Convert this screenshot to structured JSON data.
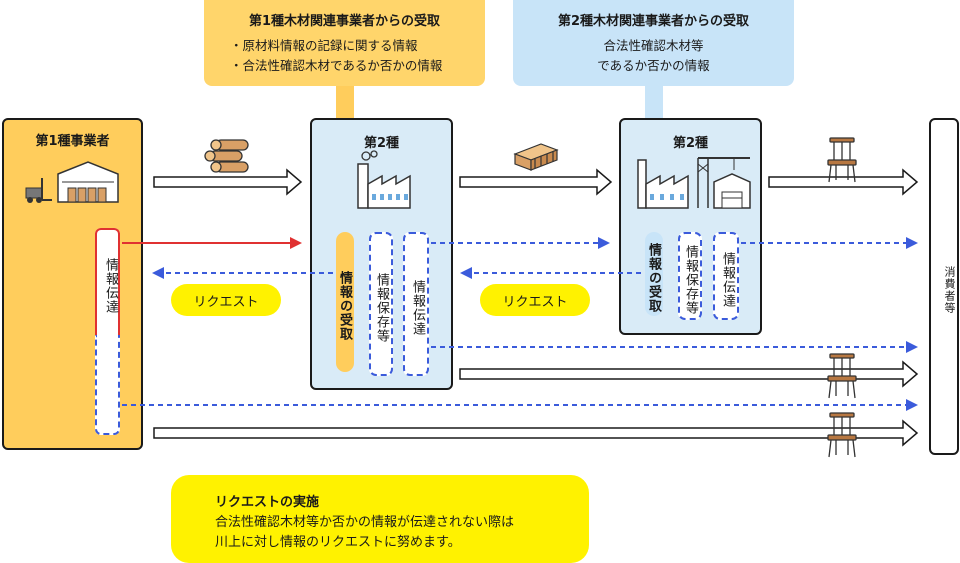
{
  "callout1": {
    "title": "第1種木材関連事業者からの受取",
    "lines": [
      "・原材料情報の記録に関する情報",
      "・合法性確認木材であるか否かの情報"
    ],
    "color": "#ffd56b"
  },
  "callout2": {
    "title": "第2種木材関連事業者からの受取",
    "lines": [
      "合法性確認木材等",
      "であるか否かの情報"
    ],
    "color": "#c8e4f8"
  },
  "business1": {
    "title": "第1種事業者",
    "transmit_label": "情報伝達",
    "color": "#ffcd5c"
  },
  "business2a": {
    "title": "第2種",
    "columns": [
      "情報の受取",
      "情報保存等",
      "情報伝達"
    ],
    "color": "#d9ebf7"
  },
  "business2b": {
    "title": "第2種",
    "columns": [
      "情報の受取",
      "情報保存等",
      "情報伝達"
    ],
    "color": "#d9ebf7"
  },
  "consumer": {
    "label": "消費者等"
  },
  "request_pill_1": "リクエスト",
  "request_pill_2": "リクエスト",
  "note": {
    "title": "リクエストの実施",
    "lines": [
      "合法性確認木材等か否かの情報が伝達されない際は",
      "川上に対し情報のリクエストに努めます。"
    ]
  },
  "colors": {
    "info_arrow": "#3b5bdb",
    "red_arrow": "#e03131",
    "yellow": "#fff200"
  }
}
